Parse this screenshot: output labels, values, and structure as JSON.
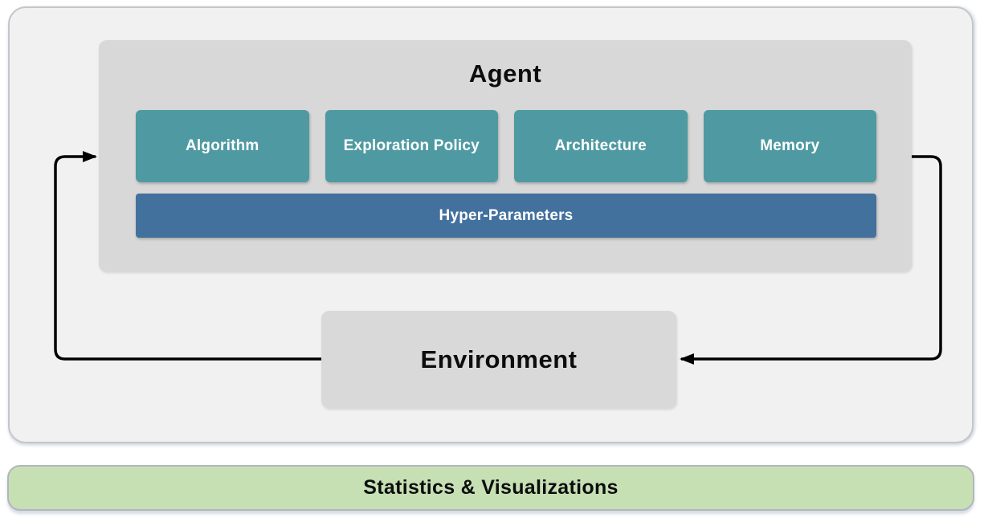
{
  "colors": {
    "outer_bg": "#f1f1f1",
    "outer_border": "#c4c6ca",
    "agent_bg": "#d8d8d8",
    "component_bg": "#4f9aa2",
    "hyperparams_bg": "#43719e",
    "env_bg": "#d9d9d9",
    "stats_bg": "#c6e0b4",
    "stats_border": "#b2b6bd",
    "component_text": "#ffffff",
    "title_text": "#0d0d0d",
    "arrow": "#000000"
  },
  "agent": {
    "title": "Agent",
    "components": [
      {
        "label": "Algorithm"
      },
      {
        "label": "Exploration Policy"
      },
      {
        "label": "Architecture"
      },
      {
        "label": "Memory"
      }
    ],
    "hyper_parameters_label": "Hyper-Parameters"
  },
  "environment": {
    "title": "Environment"
  },
  "stats_bar": {
    "label": "Statistics & Visualizations"
  }
}
